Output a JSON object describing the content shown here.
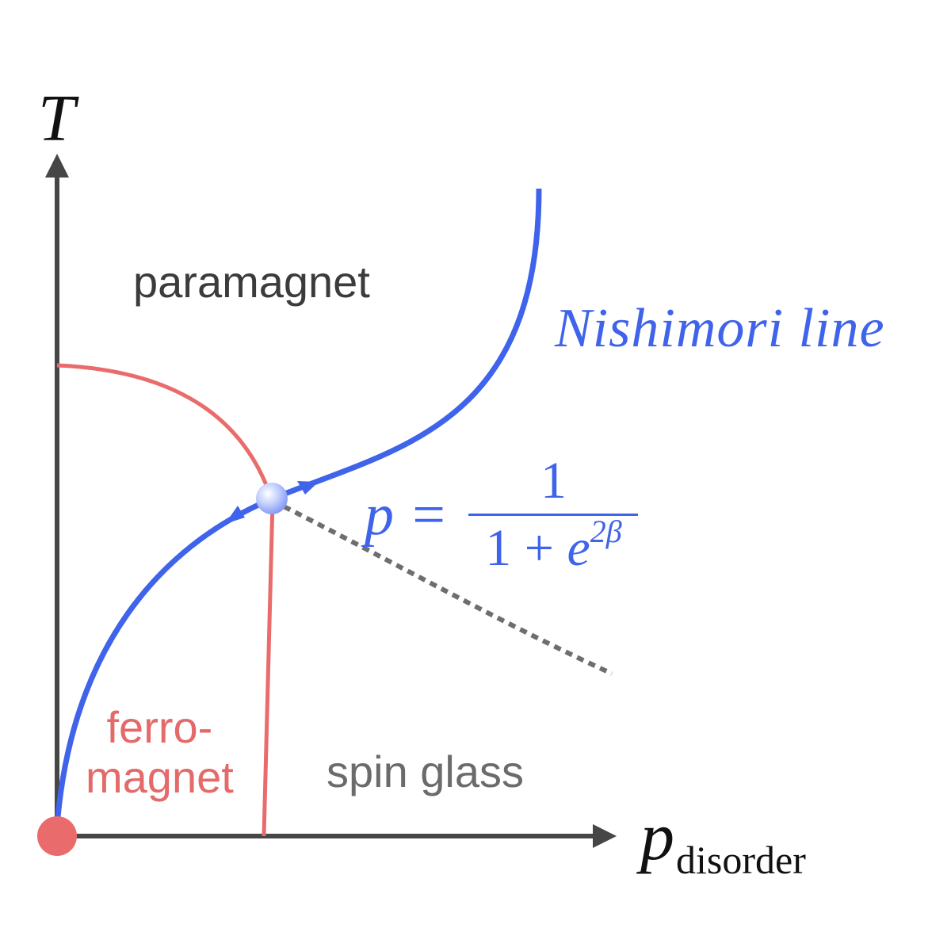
{
  "axes": {
    "y_label": "T",
    "x_label_main": "p",
    "x_label_sub": "disorder"
  },
  "regions": {
    "paramagnet": "paramagnet",
    "ferro_line1": "ferro-",
    "ferro_line2": "magnet",
    "spin_glass": "spin glass"
  },
  "nishimori": {
    "label": "Nishimori line",
    "formula": {
      "lhs": "p =",
      "numerator": "1",
      "den_prefix": "1 + ",
      "den_base": "e",
      "den_exponent": "2β"
    }
  },
  "colors": {
    "axis": "#464646",
    "ferro_boundary": "#ea6b6b",
    "nishimori_line": "#3f63ea",
    "spin_glass_boundary": "#6e6e6e",
    "disorder_segment": "#8c8c8c",
    "text_region": "#3b3b3b"
  }
}
